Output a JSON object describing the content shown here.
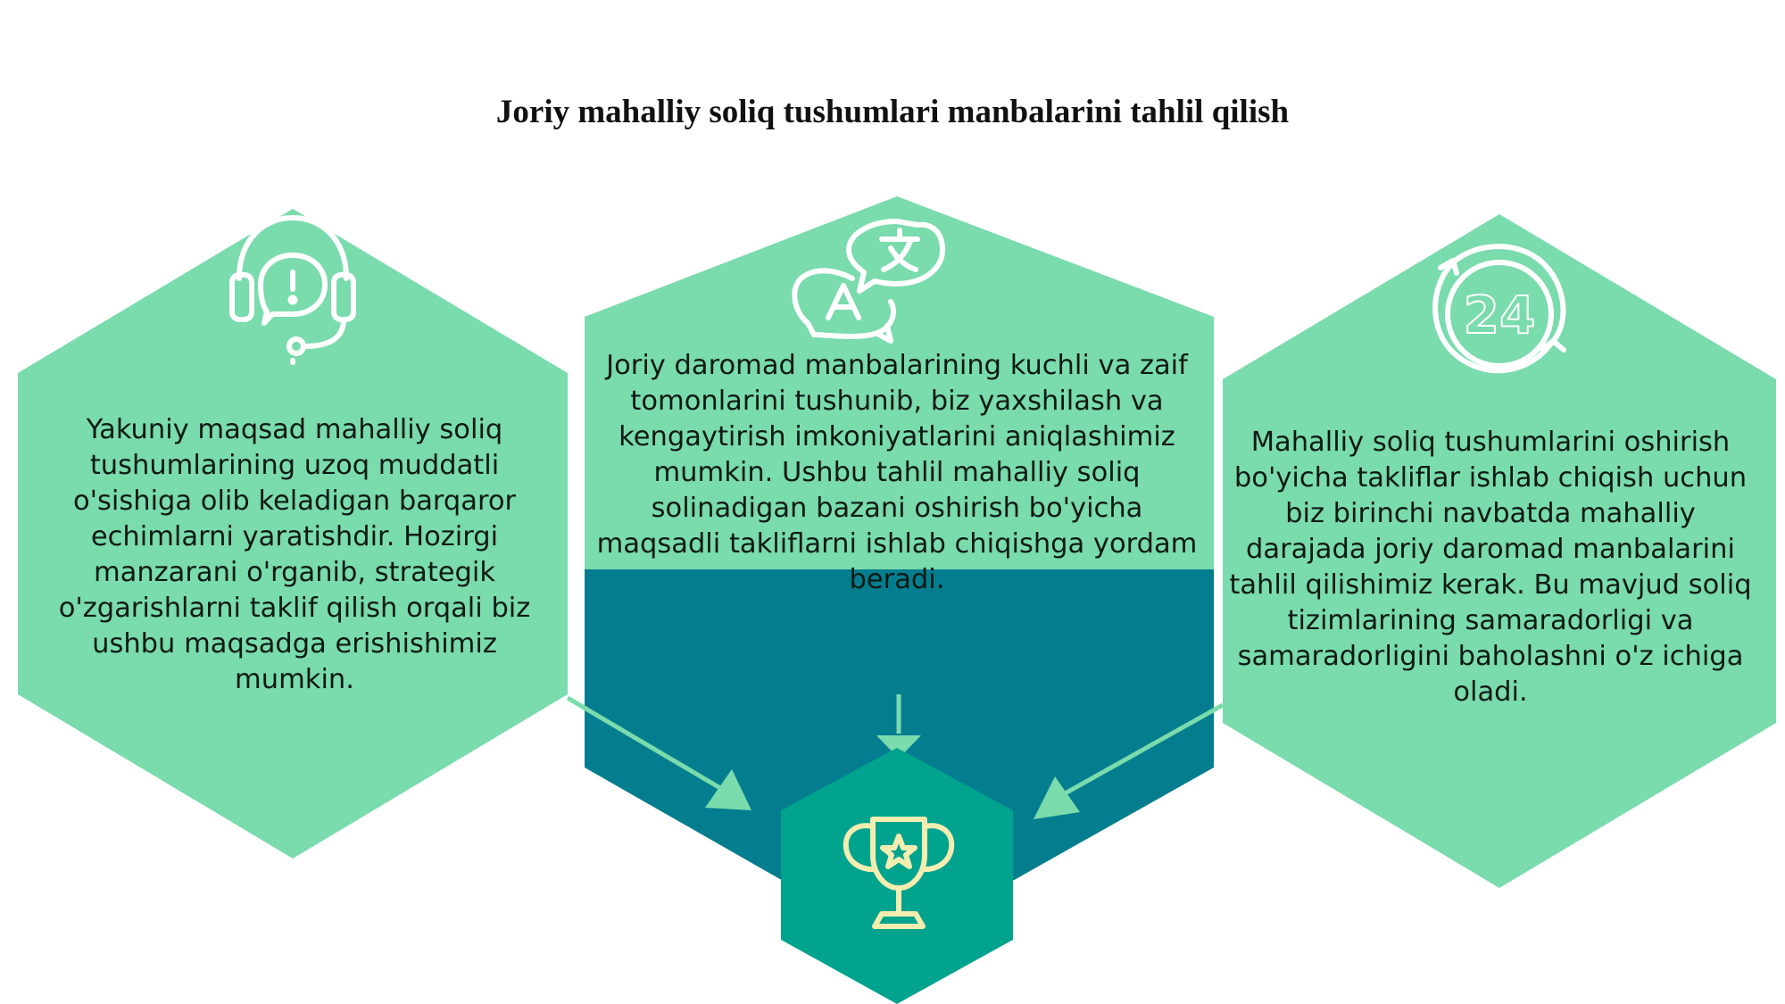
{
  "title": "Joriy mahalliy soliq tushumlari manbalarini tahlil qilish",
  "colors": {
    "light_hex": "#7ADBAC",
    "teal_band": "#047E8F",
    "center_hex": "#00A38E",
    "arrow": "#7ADBAC",
    "icon_white": "#FFFFFF",
    "trophy": "#F3EDB0"
  },
  "cards": {
    "left": {
      "icon": "headset-info-icon",
      "text": "Yakuniy maqsad mahalliy soliq tushumlarining uzoq muddatli o'sishiga olib keladigan barqaror echimlarni yaratishdir. Hozirgi manzarani o'rganib, strategik o'zgarishlarni taklif qilish orqali biz ushbu maqsadga erishishimiz mumkin."
    },
    "middle": {
      "icon": "translate-bubbles-icon",
      "text": "Joriy daromad manbalarining kuchli va zaif tomonlarini tushunib, biz yaxshilash va kengaytirish imkoniyatlarini aniqlashimiz mumkin. Ushbu tahlil mahalliy soliq solinadigan bazani oshirish bo'yicha maqsadli takliflarni ishlab chiqishga yordam beradi."
    },
    "right": {
      "icon": "24-hours-icon",
      "text": "Mahalliy soliq tushumlarini oshirish bo'yicha takliflar ishlab chiqish uchun biz birinchi navbatda mahalliy darajada joriy daromad manbalarini tahlil qilishimiz kerak. Bu mavjud soliq tizimlarining samaradorligi va samaradorligini baholashni o'z ichiga oladi."
    },
    "center": {
      "icon": "trophy-icon"
    }
  }
}
